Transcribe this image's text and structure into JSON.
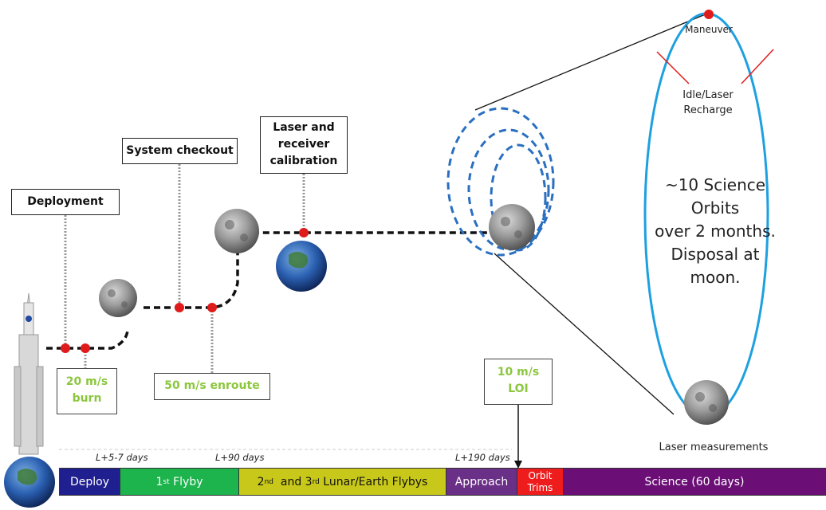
{
  "boxes": {
    "deployment": "Deployment",
    "system_checkout": "System checkout",
    "laser_cal_1": "Laser and",
    "laser_cal_2": "receiver",
    "laser_cal_3": "calibration",
    "burn_20_1": "20 m/s",
    "burn_20_2": "burn",
    "enroute_50": "50 m/s enroute",
    "loi_1": "10 m/s",
    "loi_2": "LOI"
  },
  "orbit": {
    "maneuver": "Maneuver",
    "idle_1": "Idle/Laser",
    "idle_2": "Recharge",
    "science_1": "~10 Science Orbits",
    "science_2": "over 2 months.",
    "science_3": "Disposal at moon.",
    "laser_measurements": "Laser measurements"
  },
  "timeline": {
    "markers": [
      "L+5-7 days",
      "L+90 days",
      "L+190 days"
    ],
    "phases": [
      {
        "label": "Deploy",
        "color": "#1f1f8f"
      },
      {
        "label_main": "1",
        "label_sup": "st",
        "label_rest": " Flyby",
        "color": "#1db34d"
      },
      {
        "label_main": "2",
        "label_sup": "nd",
        "label_mid": "  and 3",
        "label_sup2": "rd",
        "label_rest": " Lunar/Earth Flybys",
        "color": "#c8c81a"
      },
      {
        "label": "Approach",
        "color": "#6a2f86"
      },
      {
        "label_1": "Orbit",
        "label_2": "Trims",
        "color": "#ee1c1c"
      },
      {
        "label": "Science (60 days)",
        "color": "#6b0f76"
      }
    ]
  }
}
